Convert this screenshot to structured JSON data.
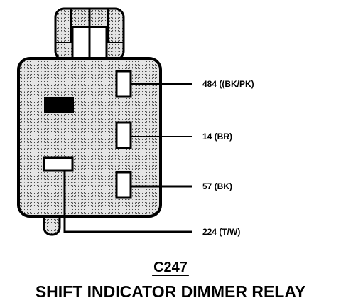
{
  "connector": {
    "id": "C247",
    "name": "SHIFT INDICATOR DIMMER RELAY"
  },
  "pins": [
    {
      "label": "484  ((BK/PK)"
    },
    {
      "label": "14 (BR)"
    },
    {
      "label": "57 (BK)"
    },
    {
      "label": "224 (T/W)"
    }
  ]
}
